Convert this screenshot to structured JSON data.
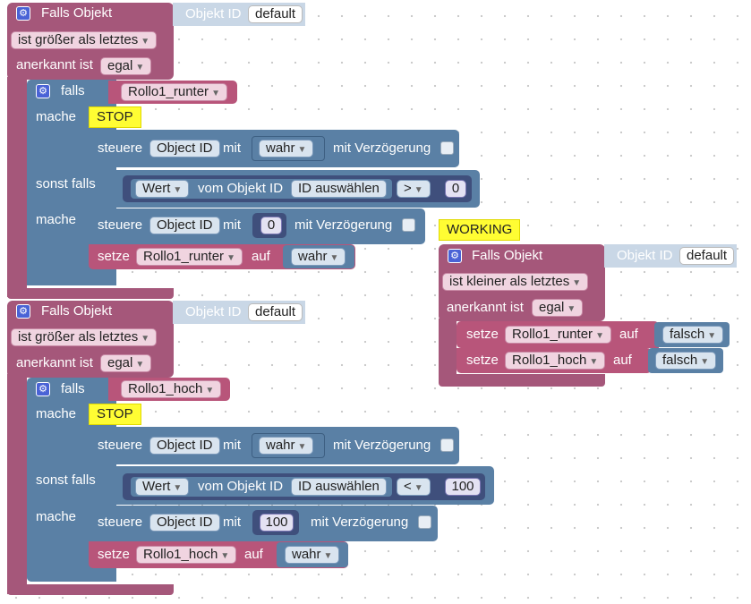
{
  "block1": {
    "header": "Falls Objekt",
    "object_id_label": "Objekt ID",
    "object_id_value": "default",
    "compare": "ist größer als letztes",
    "ack_label": "anerkannt ist",
    "ack_value": "egal",
    "if_label": "falls",
    "if_var": "Rollo1_runter",
    "do_label": "mache",
    "comment": "STOP",
    "ctrl1_label": "steuere",
    "ctrl1_obj": "Object ID",
    "ctrl1_with": "mit",
    "ctrl1_value": "wahr",
    "ctrl1_delay": "mit Verzögerung",
    "elseif_label": "sonst falls",
    "wert_label": "Wert",
    "vom_label": "vom Objekt ID",
    "select_id": "ID auswählen",
    "operator": ">",
    "compare_num": "0",
    "do2_label": "mache",
    "ctrl2_label": "steuere",
    "ctrl2_obj": "Object ID",
    "ctrl2_with": "mit",
    "ctrl2_value": "0",
    "ctrl2_delay": "mit Verzögerung",
    "set_label": "setze",
    "set_var": "Rollo1_runter",
    "set_to": "auf",
    "set_value": "wahr"
  },
  "block2": {
    "header": "Falls Objekt",
    "object_id_label": "Objekt ID",
    "object_id_value": "default",
    "compare": "ist größer als letztes",
    "ack_label": "anerkannt ist",
    "ack_value": "egal",
    "if_label": "falls",
    "if_var": "Rollo1_hoch",
    "do_label": "mache",
    "comment": "STOP",
    "ctrl1_label": "steuere",
    "ctrl1_obj": "Object ID",
    "ctrl1_with": "mit",
    "ctrl1_value": "wahr",
    "ctrl1_delay": "mit Verzögerung",
    "elseif_label": "sonst falls",
    "wert_label": "Wert",
    "vom_label": "vom Objekt ID",
    "select_id": "ID auswählen",
    "operator": "<",
    "compare_num": "100",
    "do2_label": "mache",
    "ctrl2_label": "steuere",
    "ctrl2_obj": "Object ID",
    "ctrl2_with": "mit",
    "ctrl2_value": "100",
    "ctrl2_delay": "mit Verzögerung",
    "set_label": "setze",
    "set_var": "Rollo1_hoch",
    "set_to": "auf",
    "set_value": "wahr"
  },
  "block3": {
    "comment": "WORKING",
    "header": "Falls Objekt",
    "object_id_label": "Objekt ID",
    "object_id_value": "default",
    "compare": "ist kleiner als letztes",
    "ack_label": "anerkannt ist",
    "ack_value": "egal",
    "set1_label": "setze",
    "set1_var": "Rollo1_runter",
    "set1_to": "auf",
    "set1_value": "falsch",
    "set2_label": "setze",
    "set2_var": "Rollo1_hoch",
    "set2_to": "auf",
    "set2_value": "falsch"
  },
  "colors": {
    "event_block": "#a5577a",
    "control_block": "#5a80a5",
    "logic_block": "#3f4f7c",
    "variable_block": "#b8557a",
    "comment": "#fffd33",
    "background": "#ffffff"
  },
  "icons": {
    "settings": "gear-icon",
    "dropdown": "dropdown-arrow-icon"
  }
}
